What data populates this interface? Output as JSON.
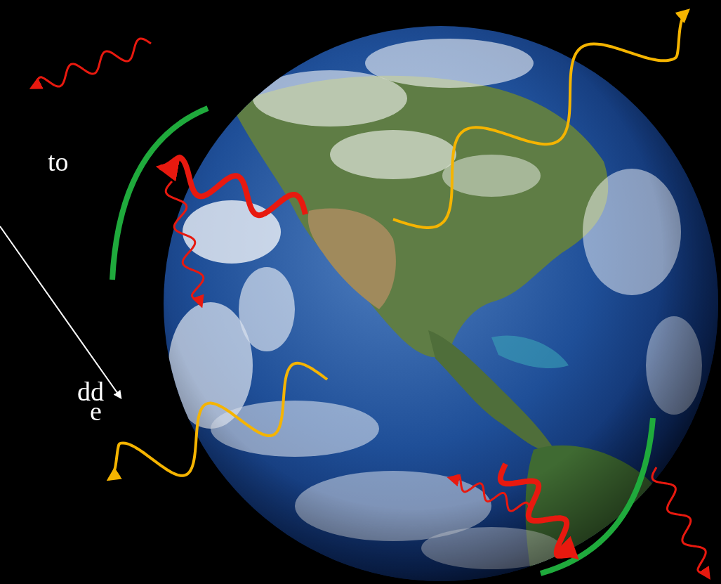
{
  "diagram": {
    "labels": [
      "to",
      "dd",
      "e"
    ]
  }
}
